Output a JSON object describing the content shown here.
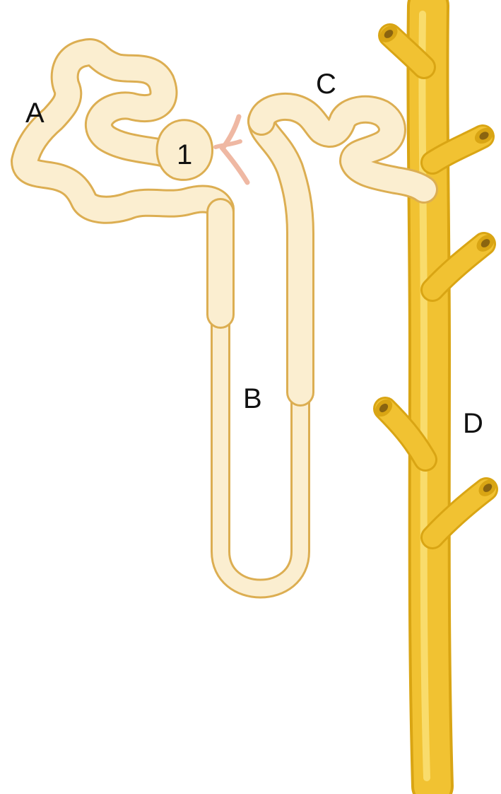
{
  "labels": {
    "a": "A",
    "b": "B",
    "c": "C",
    "d": "D",
    "one": "1"
  },
  "colors": {
    "tubule_fill": "#fbeed0",
    "tubule_outline": "#dcae52",
    "duct_fill": "#f1c232",
    "duct_shade": "#d9a514",
    "duct_highlight": "#fbe27a",
    "vessel": "#efb8a3",
    "label_text": "#111111"
  }
}
